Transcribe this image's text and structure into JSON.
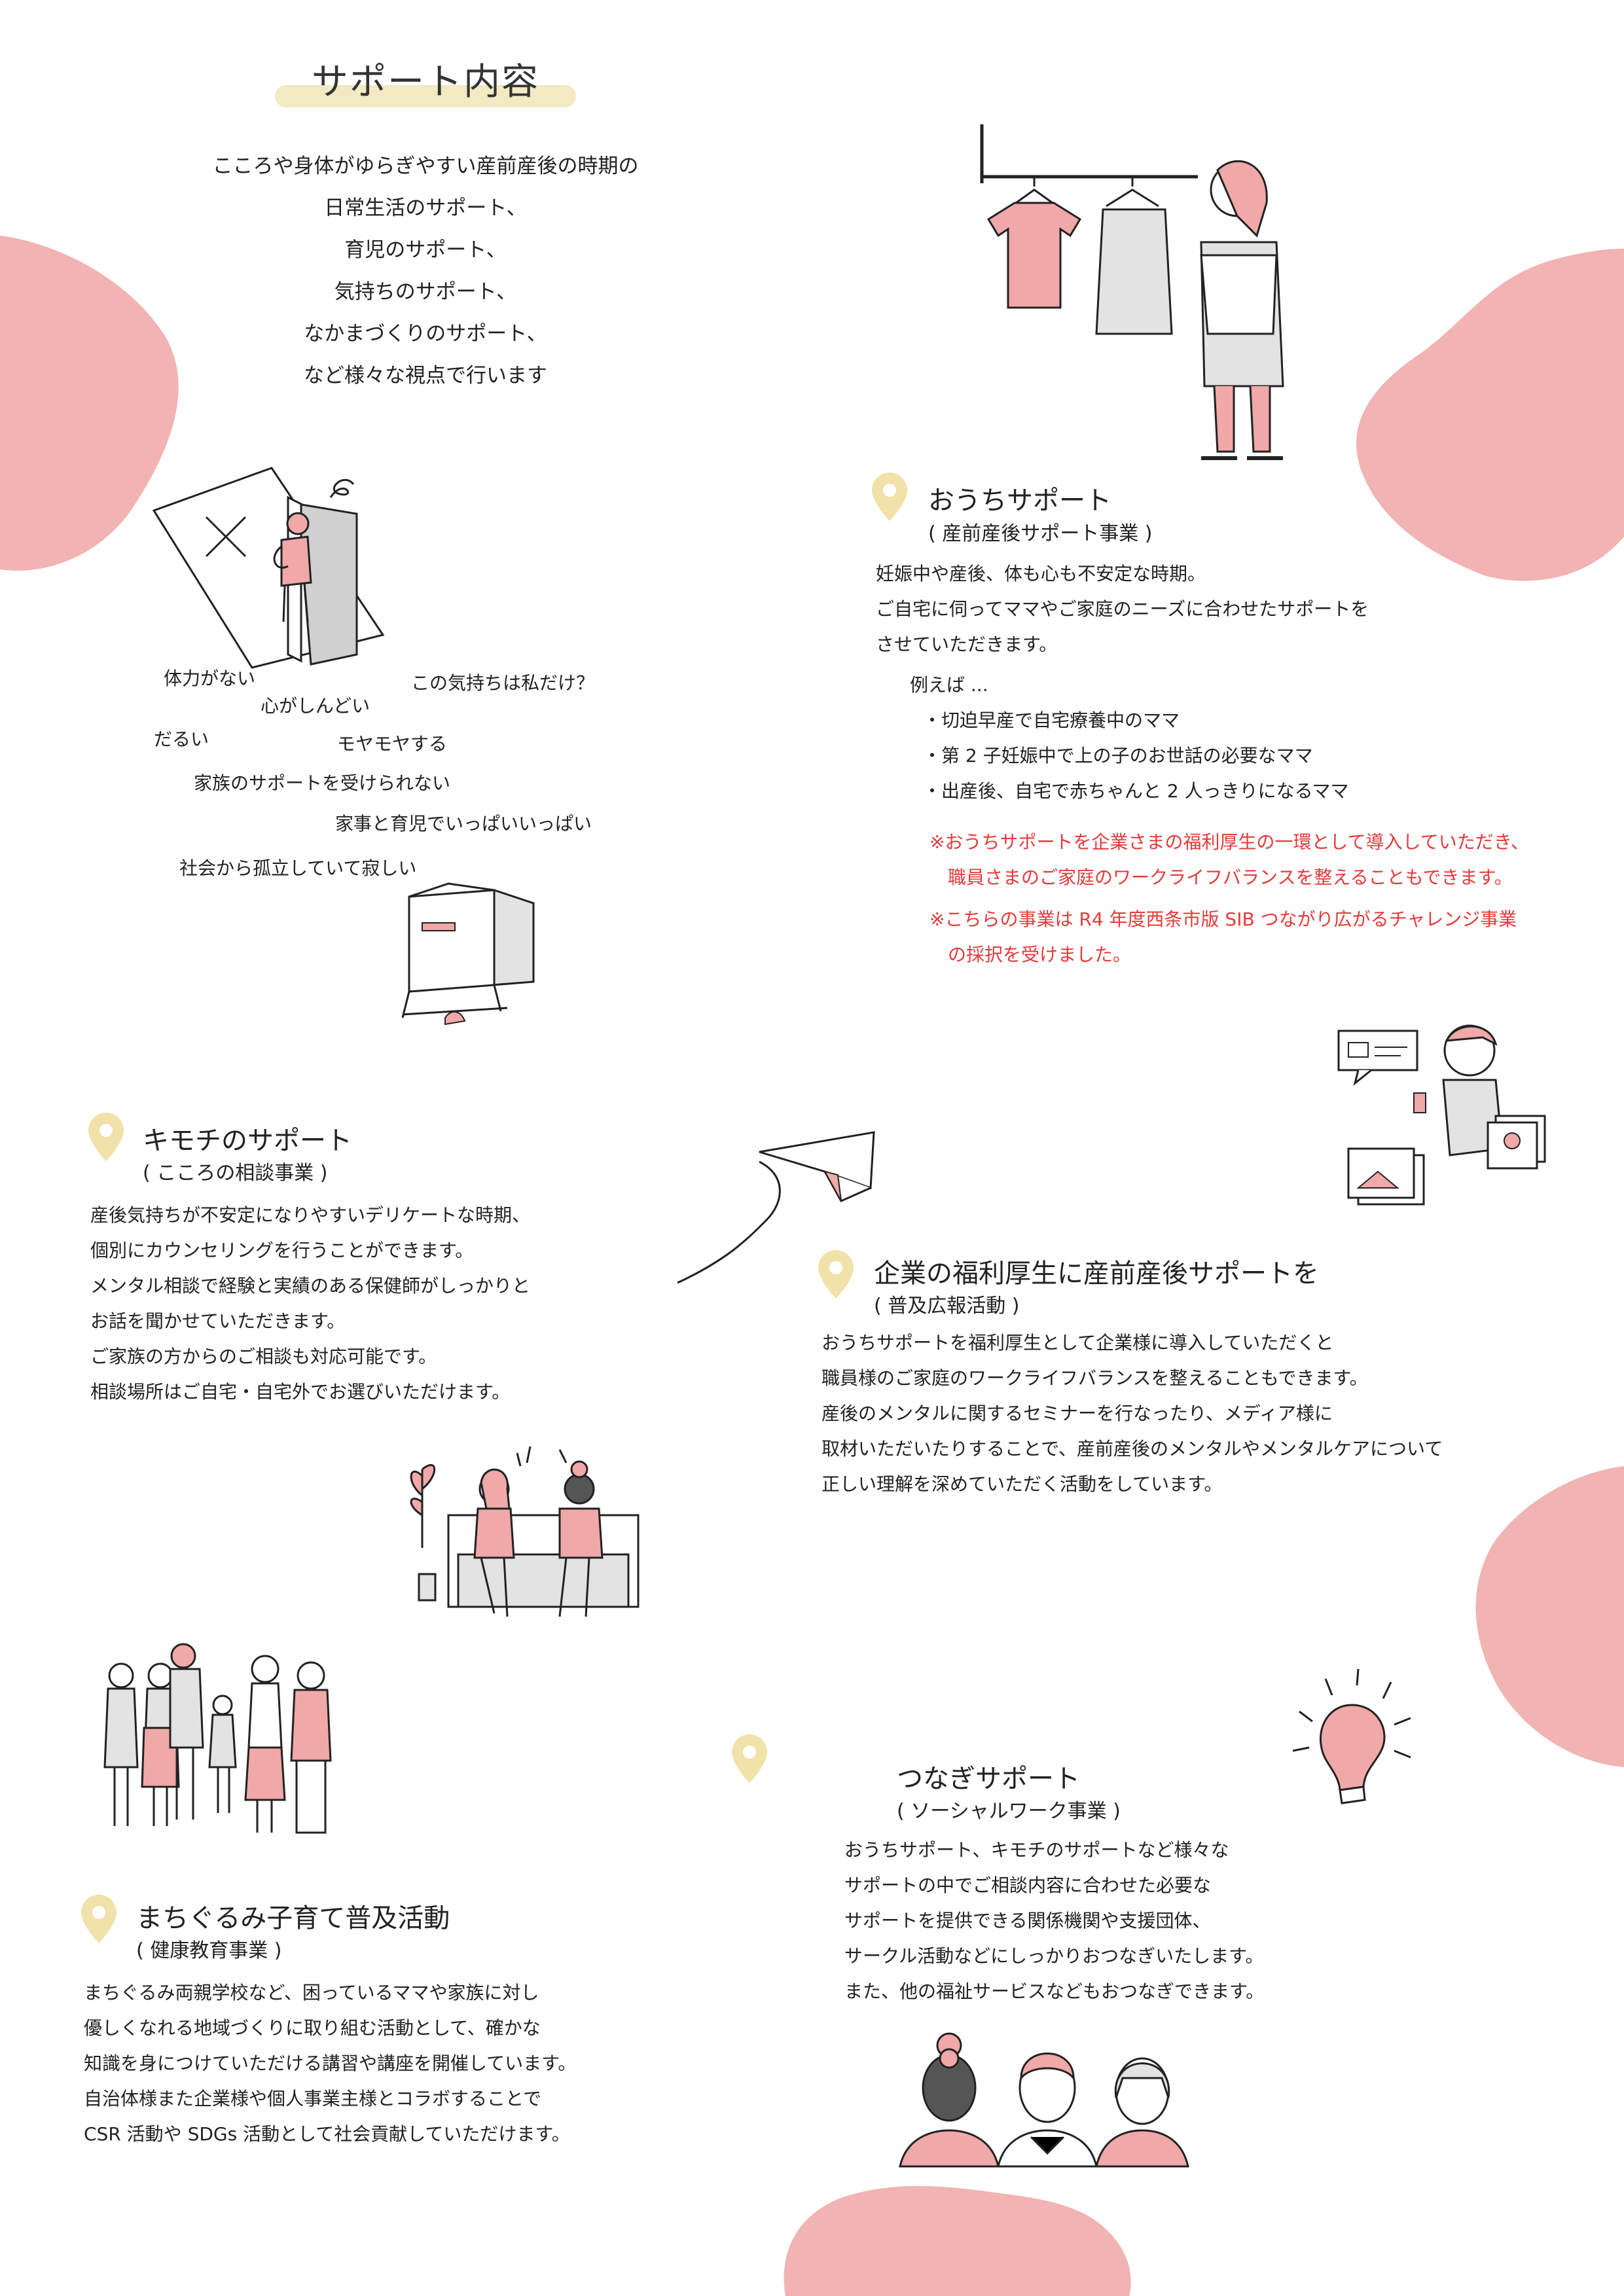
{
  "page_title": "サポート内容",
  "intro_lines": [
    "こころや身体がゆらぎやすい産前産後の時期の",
    "日常生活のサポート、",
    "育児のサポート、",
    "気持ちのサポート、",
    "なかまづくりのサポート、",
    "など様々な視点で行います"
  ],
  "worries": {
    "w1": "体力がない",
    "w2": "心がしんどい",
    "w3": "この気持ちは私だけ？",
    "w4": "だるい",
    "w5": "モヤモヤする",
    "w6": "家族のサポートを受けられない",
    "w7": "家事と育児でいっぱいいっぱい",
    "w8": "社会から孤立していて寂しい"
  },
  "ouchi": {
    "title": "おうちサポート",
    "subtitle": "( 産前産後サポート事業 )",
    "lines": [
      "妊娠中や産後、体も心も不安定な時期。",
      "ご自宅に伺ってママやご家庭のニーズに合わせたサポートを",
      "させていただきます。"
    ],
    "example_label": "例えば ...",
    "examples": [
      "・切迫早産で自宅療養中のママ",
      "・第 2 子妊娠中で上の子のお世話の必要なママ",
      "・出産後、自宅で赤ちゃんと 2 人っきりになるママ"
    ],
    "notes": [
      "※おうちサポートを企業さまの福利厚生の一環として導入していただき、",
      "　職員さまのご家庭のワークライフバランスを整えることもできます。",
      "※こちらの事業は R4 年度西条市版 SIB つながり広がるチャレンジ事業",
      "　の採択を受けました。"
    ]
  },
  "kimochi": {
    "title": "キモチのサポート",
    "subtitle": "( こころの相談事業 )",
    "lines": [
      "産後気持ちが不安定になりやすいデリケートな時期、",
      "個別にカウンセリングを行うことができます。",
      "メンタル相談で経験と実績のある保健師がしっかりと",
      "お話を聞かせていただきます。",
      "ご家族の方からのご相談も対応可能です。",
      "相談場所はご自宅・自宅外でお選びいただけます。"
    ]
  },
  "kigyou": {
    "title": "企業の福利厚生に産前産後サポートを",
    "subtitle": "( 普及広報活動 )",
    "lines": [
      "おうちサポートを福利厚生として企業様に導入していただくと",
      "職員様のご家庭のワークライフバランスを整えることもできます。",
      "産後のメンタルに関するセミナーを行なったり、メディア様に",
      "取材いただいたりすることで、産前産後のメンタルやメンタルケアについて",
      "正しい理解を深めていただく活動をしています。"
    ]
  },
  "machi": {
    "title": "まちぐるみ子育て普及活動",
    "subtitle": "( 健康教育事業 )",
    "lines": [
      "まちぐるみ両親学校など、困っているママや家族に対し",
      "優しくなれる地域づくりに取り組む活動として、確かな",
      "知識を身につけていただける講習や講座を開催しています。",
      "自治体様また企業様や個人事業主様とコラボすることで",
      "CSR 活動や SDGs 活動として社会貢献していただけます。"
    ]
  },
  "tsunagi": {
    "title": "つなぎサポート",
    "subtitle": "( ソーシャルワーク事業 )",
    "lines": [
      "おうちサポート、キモチのサポートなど様々な",
      "サポートの中でご相談内容に合わせた必要な",
      "サポートを提供できる関係機関や支援団体、",
      "サークル活動などにしっかりおつなぎいたします。",
      "また、他の福祉サービスなどもおつなぎできます。"
    ]
  },
  "colors": {
    "accent_pink": "#f2b3b3",
    "figure_pink": "#f0a8a8",
    "pin_yellow": "#f0e2a8",
    "highlight": "#f3e9c2",
    "note_red": "#e53a3a"
  }
}
